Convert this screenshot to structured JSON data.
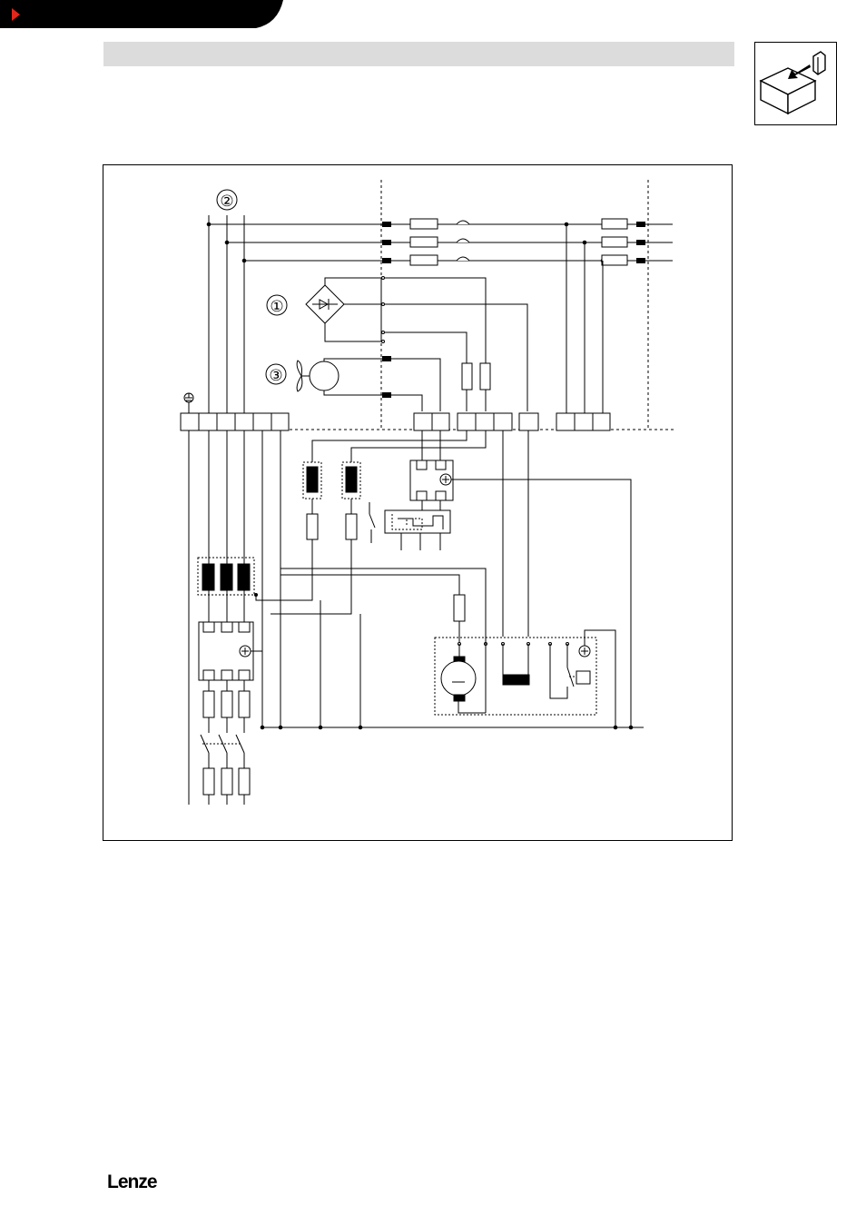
{
  "page": {
    "accent_color": "#e2261c",
    "header_bar_color": "#dcdcdc"
  },
  "side_icon": {
    "name": "install-icon"
  },
  "diagram": {
    "callouts": [
      "①",
      "②",
      "③"
    ],
    "components": [
      "diode-bridge",
      "fan-motor",
      "dc-motor",
      "mains-contactor",
      "mains-fuses",
      "mains-choke",
      "terminal-strip",
      "relay",
      "thermal-contact"
    ]
  },
  "footer": {
    "logo_text": "Lenze"
  }
}
